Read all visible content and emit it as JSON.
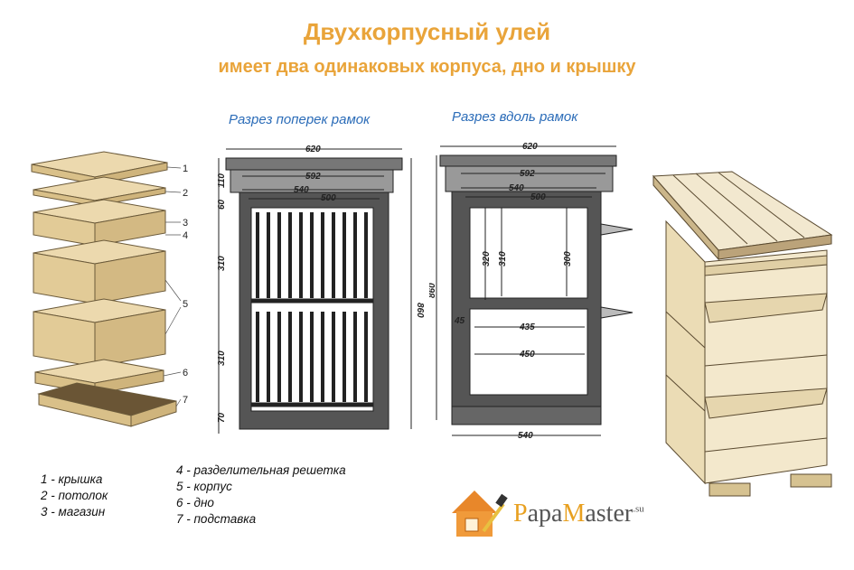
{
  "header": {
    "title": "Двухкорпусный улей",
    "subtitle": "имеет два одинаковых корпуса, дно и крышку"
  },
  "sections": {
    "cross": "Разрез поперек рамок",
    "along": "Разрез вдоль рамок"
  },
  "exploded_numbers": [
    "1",
    "2",
    "3",
    "4",
    "5",
    "6",
    "7"
  ],
  "cross_dims": {
    "w620": "620",
    "w592": "592",
    "w540": "540",
    "w500": "500",
    "h110": "110",
    "h60": "60",
    "h310a": "310",
    "h310b": "310",
    "h70": "70",
    "h860": "860"
  },
  "along_dims": {
    "w620": "620",
    "w592": "592",
    "w540": "540",
    "w500": "500",
    "h320": "320",
    "h310": "310",
    "h300": "300",
    "h860": "860",
    "h45": "45",
    "w435": "435",
    "w450": "450",
    "b540": "540"
  },
  "legend": {
    "col1": [
      "1 - крышка",
      "2 - потолок",
      "3 - магазин"
    ],
    "col2": [
      "4 - разделительная решетка",
      "5 - корпус",
      "6 - дно",
      "7 - подставка"
    ]
  },
  "logo": {
    "first": "P",
    "part1": "apa",
    "second": "M",
    "part2": "aster",
    "domain": ".su"
  },
  "colors": {
    "title": "#e9a43a",
    "section": "#2b6cb8",
    "wood": "#e9d7ae"
  }
}
